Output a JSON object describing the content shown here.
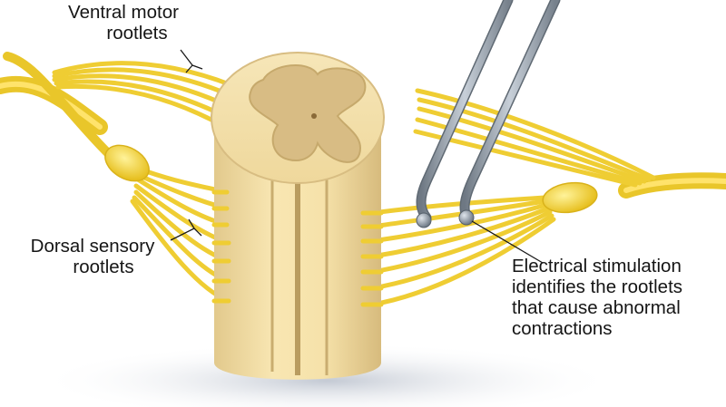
{
  "labels": {
    "ventral_motor": {
      "line1": "Ventral motor",
      "line2": "rootlets"
    },
    "dorsal_sensory": {
      "line1": "Dorsal sensory",
      "line2": "rootlets"
    },
    "stimulation": {
      "line1": "Electrical stimulation",
      "line2": "identifies the rootlets",
      "line3": "that cause abnormal",
      "line4": "contractions"
    }
  },
  "colors": {
    "background": "#ffffff",
    "nerve": "#f2d23c",
    "nerve_highlight": "#ffe97a",
    "cord_white_matter": "#f4dfa2",
    "cord_gray_matter": "#d9bd86",
    "probe": "#8f9aa6",
    "leader_line": "#1a1a1a"
  },
  "icons": {
    "probe": "electrode-probe-icon"
  }
}
